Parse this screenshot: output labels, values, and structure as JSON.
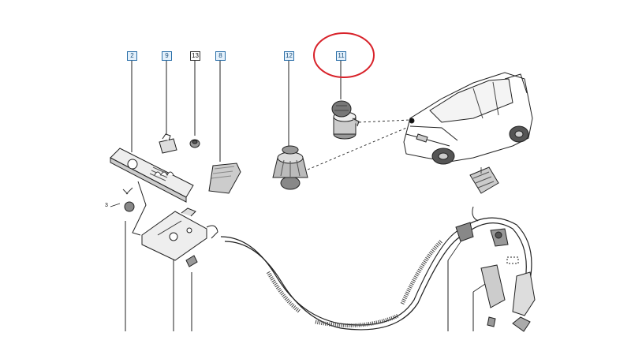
{
  "callouts": [
    {
      "id": "2",
      "style": "blue"
    },
    {
      "id": "9",
      "style": "blue"
    },
    {
      "id": "13",
      "style": "plain"
    },
    {
      "id": "8",
      "style": "blue"
    },
    {
      "id": "12",
      "style": "blue"
    },
    {
      "id": "11",
      "style": "blue"
    }
  ],
  "small_labels": {
    "left_clip": "3"
  },
  "colors": {
    "highlight_circle": "#d8222a",
    "line": "#222222",
    "callout_border": "#2a6fa8"
  }
}
